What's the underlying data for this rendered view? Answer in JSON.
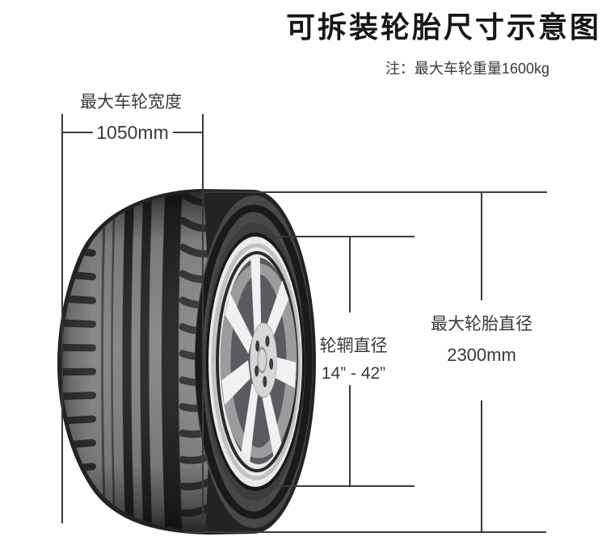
{
  "header": {
    "title": "可拆装轮胎尺寸示意图",
    "note": "注：最大车轮重量1600kg"
  },
  "annotations": {
    "wheel_width": {
      "label": "最大车轮宽度",
      "value": "1050mm"
    },
    "rim_diameter": {
      "label": "轮辋直径",
      "value": "14” - 42”"
    },
    "tire_diameter": {
      "label": "最大轮胎直径",
      "value": "2300mm"
    }
  },
  "figure": {
    "description": "tire-with-alloy-wheel-illustration"
  },
  "colors": {
    "background": "#ffffff",
    "title_text": "#161616",
    "label_text": "#3a3a3c",
    "dimension_line": "#3b3b3d",
    "tread_gray": "#828385",
    "groove_dark": "#1c1c1e",
    "sidewall": "#47484a",
    "rim_lip": "#e9eaeb",
    "spoke": "#f0f1f2"
  }
}
